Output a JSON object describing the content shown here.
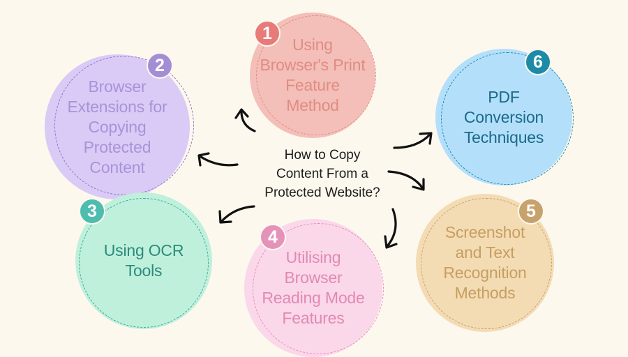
{
  "center": {
    "line1": "How to Copy",
    "line2": "Content From a",
    "line3": "Protected Website?"
  },
  "steps": [
    {
      "number": "1",
      "lines": [
        "Using",
        "Browser's Print",
        "Feature",
        "Method"
      ],
      "fill": "#f3bfb8",
      "text_color": "#e08c84",
      "badge_color": "#e77b79",
      "ring_color": "#e08c84"
    },
    {
      "number": "2",
      "lines": [
        "Browser",
        "Extensions for",
        "Copying",
        "Protected",
        "Content"
      ],
      "fill": "#d9cbf6",
      "text_color": "#a893d8",
      "badge_color": "#a38ed6",
      "ring_color": "#8a74c4"
    },
    {
      "number": "3",
      "lines": [
        "Using OCR",
        "Tools"
      ],
      "fill": "#bff0dc",
      "text_color": "#2c8a7c",
      "badge_color": "#4cbdaf",
      "ring_color": "#3aa89a"
    },
    {
      "number": "4",
      "lines": [
        "Utilising",
        "Browser",
        "Reading Mode",
        "Features"
      ],
      "fill": "#fbd7ea",
      "text_color": "#e08ab3",
      "badge_color": "#e592bb",
      "ring_color": "#e592bb"
    },
    {
      "number": "5",
      "lines": [
        "Screenshot",
        "and Text",
        "Recognition",
        "Methods"
      ],
      "fill": "#f3dcb4",
      "text_color": "#c79e60",
      "badge_color": "#c8a26c",
      "ring_color": "#c8a26c"
    },
    {
      "number": "6",
      "lines": [
        "PDF",
        "Conversion",
        "Techniques"
      ],
      "fill": "#b4dffb",
      "text_color": "#1a6a88",
      "badge_color": "#1d8aa8",
      "ring_color": "#1d8aa8"
    }
  ],
  "arrow_color": "#111111"
}
